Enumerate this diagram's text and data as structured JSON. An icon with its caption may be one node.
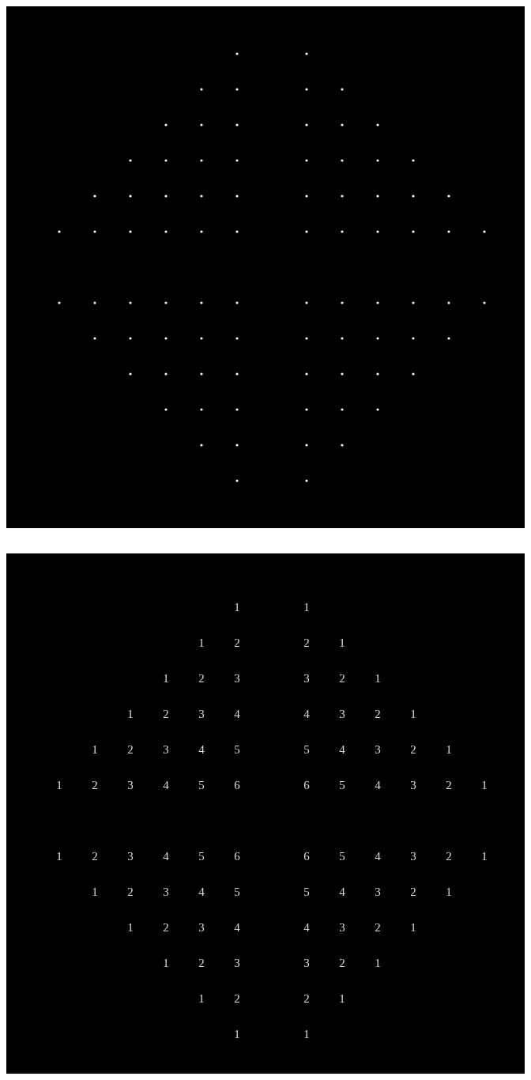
{
  "diagram": {
    "labels": [
      "1",
      "1",
      "1",
      "2",
      "2",
      "1",
      "1",
      "2",
      "3",
      "3",
      "2",
      "1",
      "1",
      "2",
      "3",
      "4",
      "4",
      "3",
      "2",
      "1",
      "1",
      "2",
      "3",
      "4",
      "5",
      "5",
      "4",
      "3",
      "2",
      "1",
      "1",
      "2",
      "3",
      "4",
      "5",
      "6",
      "6",
      "5",
      "4",
      "3",
      "2",
      "1",
      "1",
      "2",
      "3",
      "4",
      "5",
      "6",
      "6",
      "5",
      "4",
      "3",
      "2",
      "1",
      "1",
      "2",
      "3",
      "4",
      "5",
      "5",
      "4",
      "3",
      "2",
      "1",
      "1",
      "2",
      "3",
      "4",
      "4",
      "3",
      "2",
      "1",
      "1",
      "2",
      "3",
      "3",
      "2",
      "1",
      "1",
      "2",
      "2",
      "1",
      "1",
      "1"
    ]
  }
}
